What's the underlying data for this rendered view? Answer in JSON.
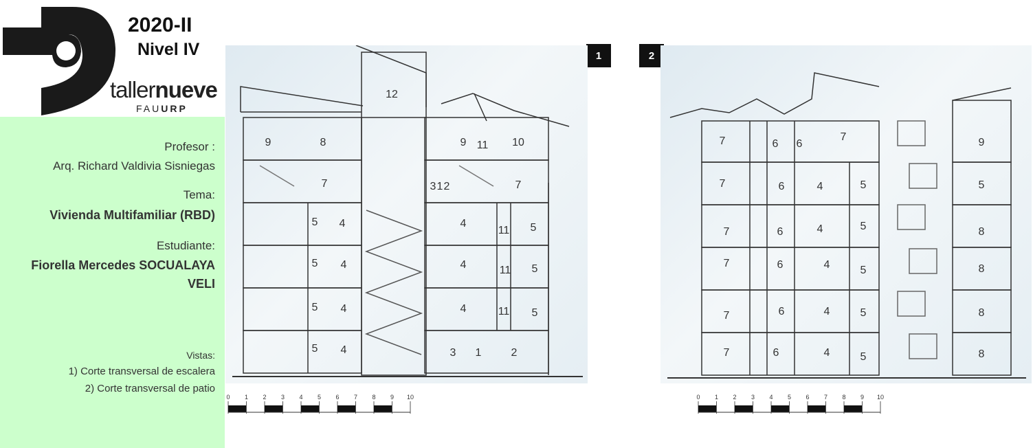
{
  "header": {
    "term": "2020-II",
    "level": "Nivel IV",
    "brand_light": "taller",
    "brand_bold": "nueve",
    "brand_sub_light": "FAU",
    "brand_sub_bold": "URP"
  },
  "info": {
    "profesor_label": "Profesor :",
    "profesor_name": "Arq. Richard Valdivia Sisniegas",
    "tema_label": "Tema:",
    "tema_value": "Vivienda Multifamiliar (RBD)",
    "estudiante_label": "Estudiante:",
    "estudiante_line1": "Fiorella Mercedes SOCUALAYA",
    "estudiante_line2": "VELI",
    "vistas_label": "Vistas:",
    "vistas": [
      "1)      Corte transversal de escalera",
      "2)      Corte transversal de patio"
    ]
  },
  "drawings": {
    "badge_1": "1",
    "badge_2": "2",
    "scale_ticks": [
      "0",
      "1",
      "2",
      "3",
      "4",
      "5",
      "6",
      "7",
      "8",
      "9",
      "10"
    ],
    "section1_labels": [
      "12",
      "9",
      "8",
      "9",
      "11",
      "10",
      "7",
      "3",
      "1",
      "2",
      "7",
      "5",
      "4",
      "4",
      "11",
      "5",
      "5",
      "4",
      "4",
      "11",
      "5",
      "5",
      "4",
      "4",
      "11",
      "5",
      "5",
      "4",
      "3",
      "1",
      "2"
    ],
    "section2_labels": [
      "7",
      "6",
      "6",
      "7",
      "9",
      "7",
      "6",
      "4",
      "5",
      "5",
      "7",
      "6",
      "4",
      "5",
      "8",
      "7",
      "6",
      "4",
      "5",
      "8",
      "7",
      "6",
      "4",
      "5",
      "8",
      "7",
      "6",
      "4",
      "5",
      "8"
    ]
  }
}
